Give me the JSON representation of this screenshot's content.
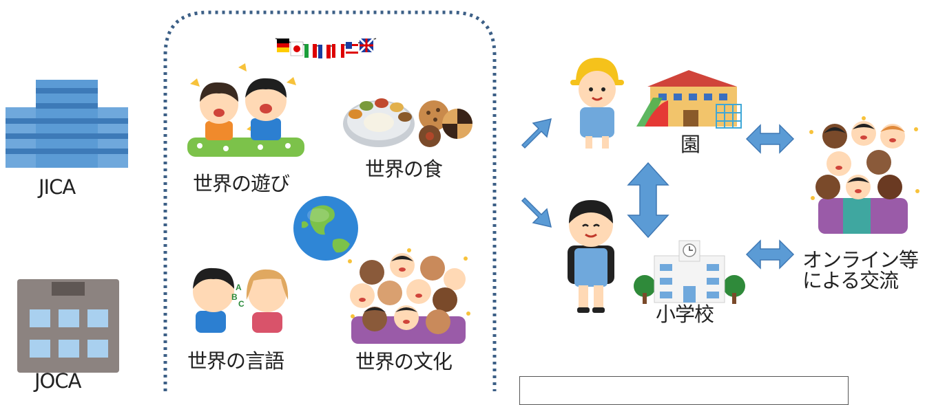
{
  "organizations": {
    "jica": "JICA",
    "joca": "JOCA"
  },
  "activities": {
    "play": "世界の遊び",
    "food": "世界の食",
    "language": "世界の言語",
    "culture": "世界の文化"
  },
  "schools": {
    "kindergarten": "園",
    "elementary": "小学校"
  },
  "exchange": {
    "line1": "オンライン等",
    "line2": "による交流"
  },
  "colors": {
    "dash_border": "#3c5f86",
    "arrow": "#5b9bd5",
    "arrow_border": "#3f78b4",
    "jica_building": "#5b9bd5",
    "joca_building": "#8c8380"
  }
}
